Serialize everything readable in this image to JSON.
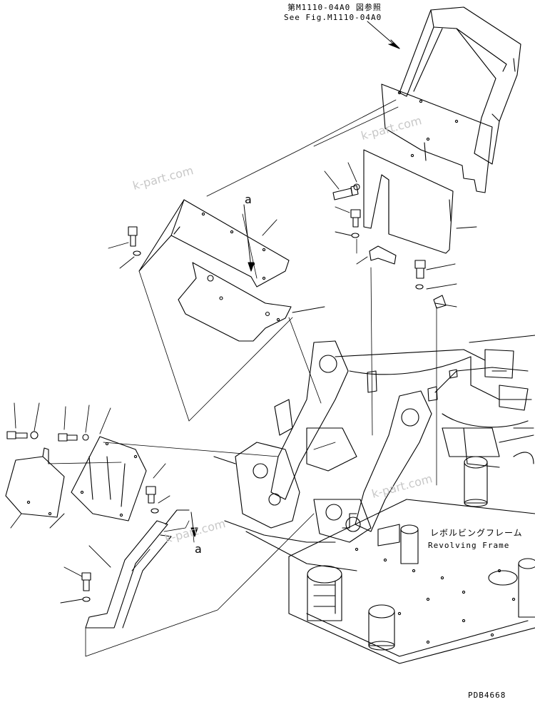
{
  "reference": {
    "line1": "第M1110-04A0 図参照",
    "line2": "See Fig.M1110-04A0"
  },
  "callouts": {
    "a_top": "a",
    "a_bottom": "a"
  },
  "revolving_frame": {
    "jp": "レボルビングフレーム",
    "en": "Revolving Frame"
  },
  "watermark": "k-part.com",
  "drawing_number": "PDB4668"
}
